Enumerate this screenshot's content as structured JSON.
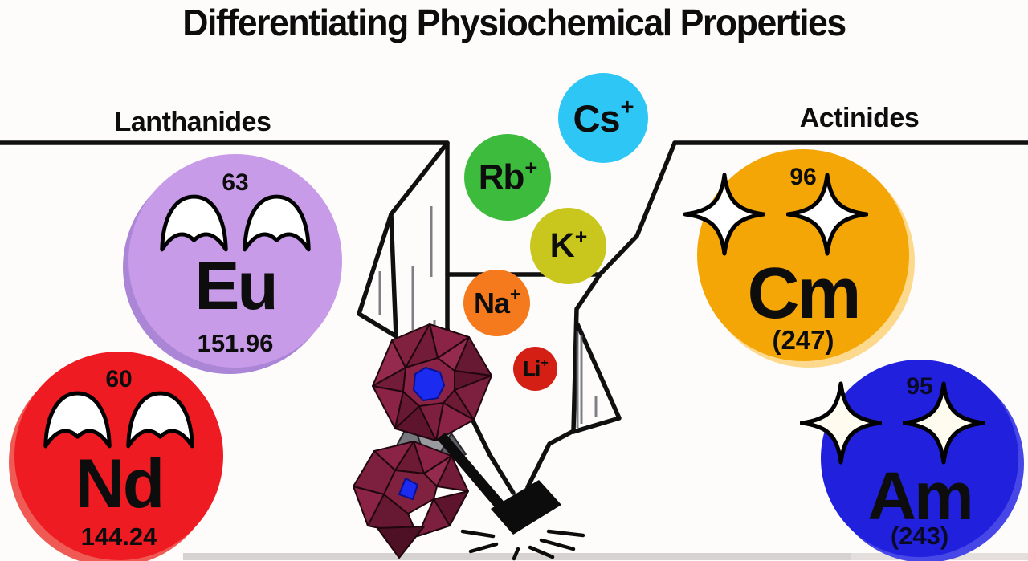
{
  "title": "Differentiating Physiochemical Properties",
  "left_group": {
    "label": "Lanthanides"
  },
  "right_group": {
    "label": "Actinides"
  },
  "elements": {
    "eu": {
      "number": "63",
      "symbol": "Eu",
      "mass": "151.96"
    },
    "nd": {
      "number": "60",
      "symbol": "Nd",
      "mass": "144.24"
    },
    "cm": {
      "number": "96",
      "symbol": "Cm",
      "mass": "(247)"
    },
    "am": {
      "number": "95",
      "symbol": "Am",
      "mass": "(243)"
    }
  },
  "cations": {
    "cs": {
      "symbol": "Cs",
      "charge": "+"
    },
    "rb": {
      "symbol": "Rb",
      "charge": "+"
    },
    "k": {
      "symbol": "K",
      "charge": "+"
    },
    "na": {
      "symbol": "Na",
      "charge": "+"
    },
    "li": {
      "symbol": "Li",
      "charge": "+"
    }
  },
  "icons": {
    "lanthanide_decoration": "crescent-arch-icon",
    "actinide_decoration": "four-point-star-icon",
    "center_structure": "polyoxometalate-cluster",
    "bottom_action": "hammer-icon"
  },
  "colors": {
    "eu": "#c89be9",
    "nd": "#ee1b23",
    "cm": "#f4a607",
    "am": "#2020dd",
    "cs": "#2ec6f5",
    "rb": "#3dbb3d",
    "k": "#c9c71d",
    "na": "#f57a1e",
    "li": "#d41f15",
    "cluster": "#8a2345",
    "encapsulated_ion": "#1b2bef",
    "hammer": "#0c0c0c",
    "line": "#101010"
  }
}
